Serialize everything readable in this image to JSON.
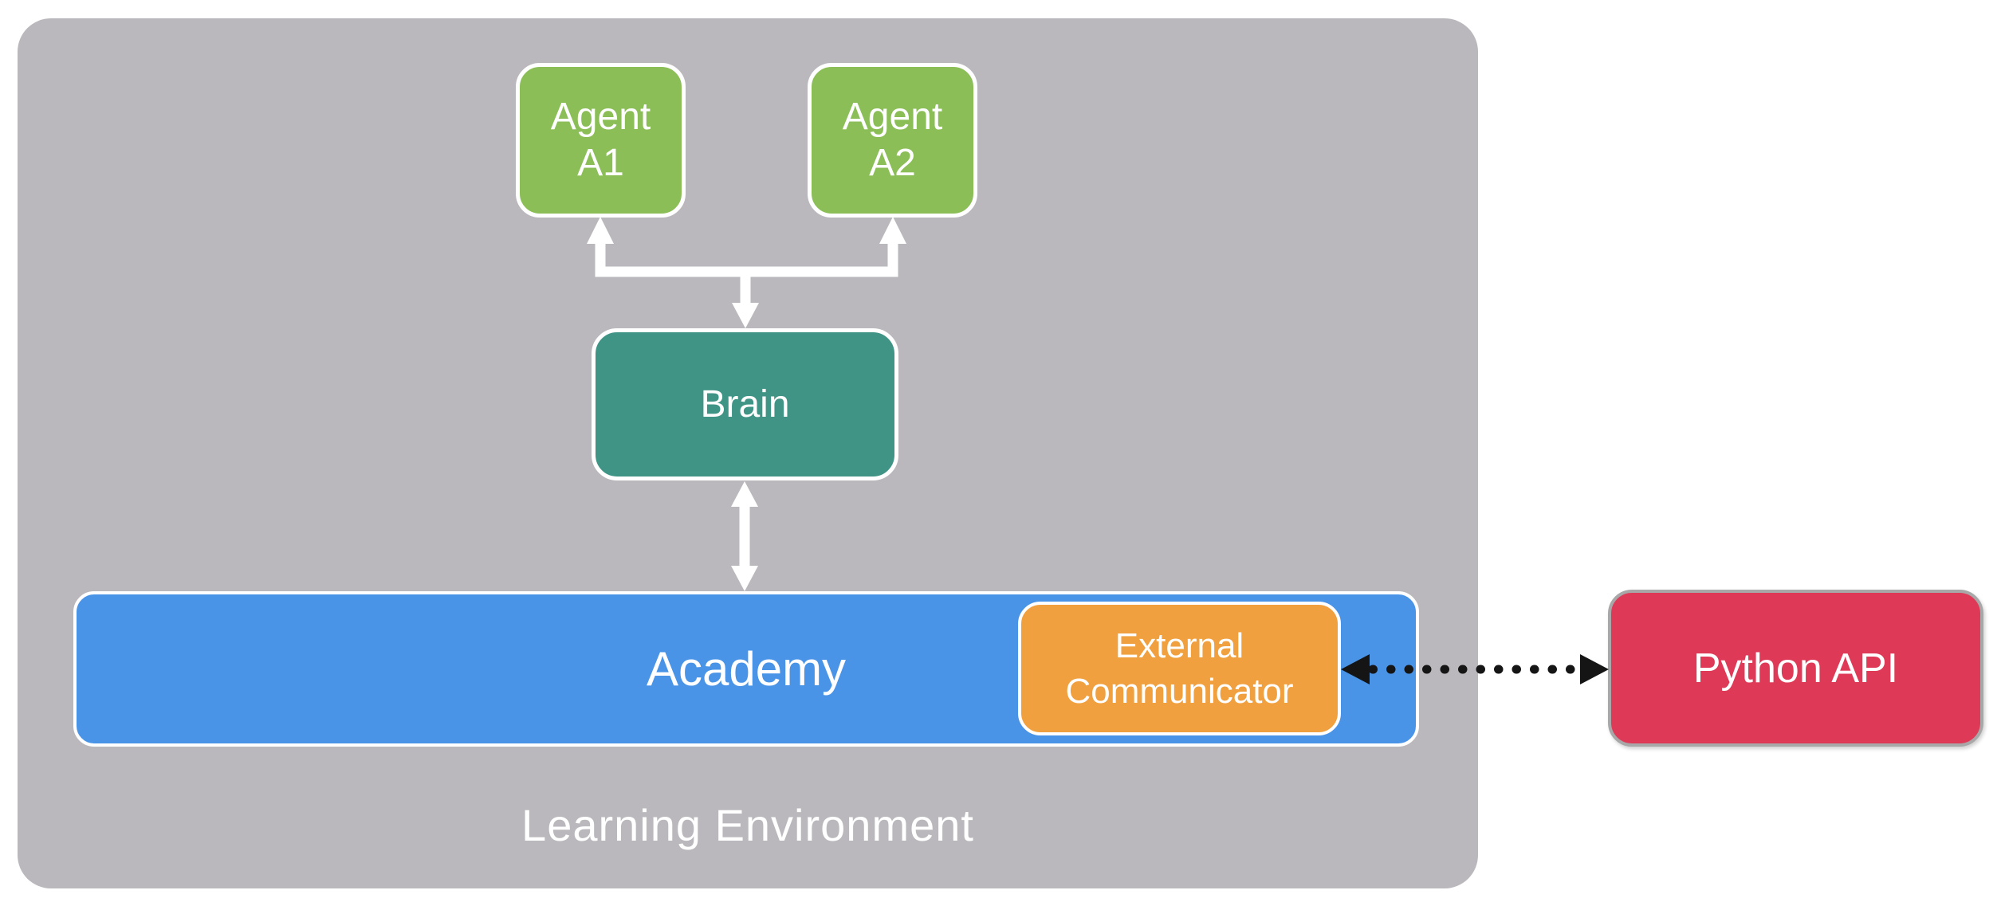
{
  "diagram": {
    "background_color": "#FFFFFF",
    "container": {
      "label": "Learning Environment",
      "color": "#BAB8BC",
      "text_color": "#FFFFFF"
    },
    "nodes": {
      "agent_a1": {
        "label": "Agent\nA1",
        "color": "#8CBE57",
        "text_color": "#FFFFFF"
      },
      "agent_a2": {
        "label": "Agent\nA2",
        "color": "#8CBE57",
        "text_color": "#FFFFFF"
      },
      "brain": {
        "label": "Brain",
        "color": "#3F9486",
        "text_color": "#FFFFFF"
      },
      "academy": {
        "label": "Academy",
        "color": "#4A94E8",
        "text_color": "#FFFFFF"
      },
      "external_communicator": {
        "label": "External\nCommunicator",
        "color": "#F0A03E",
        "text_color": "#FFFFFF"
      },
      "python_api": {
        "label": "Python API",
        "color": "#DE3956",
        "border_color": "#A8A8A8",
        "text_color": "#FFFFFF"
      }
    },
    "connectors": {
      "brain_to_agents": {
        "style": "solid",
        "color": "#FFFFFF"
      },
      "brain_academy": {
        "style": "solid-double-headed",
        "color": "#FFFFFF"
      },
      "communicator_python": {
        "style": "dotted-double-headed",
        "color": "#151515"
      }
    }
  }
}
